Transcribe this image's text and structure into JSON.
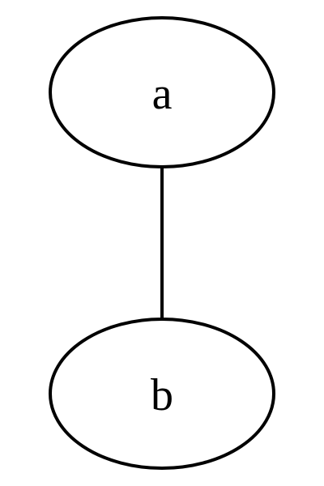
{
  "graph": {
    "nodes": [
      {
        "id": "a",
        "label": "a"
      },
      {
        "id": "b",
        "label": "b"
      }
    ],
    "edges": [
      {
        "from": "a",
        "to": "b",
        "directed": false
      }
    ]
  },
  "colors": {
    "stroke": "#000000",
    "fill": "#ffffff",
    "background": "#ffffff"
  }
}
